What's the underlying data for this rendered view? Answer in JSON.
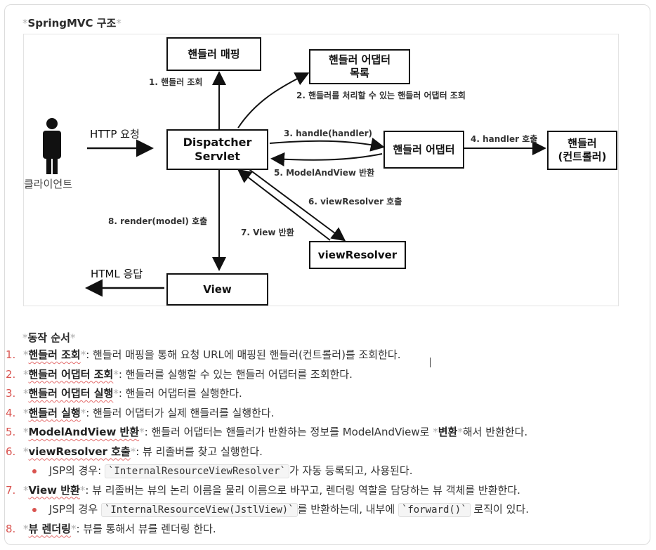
{
  "heading": {
    "prefix": "*",
    "text": "SpringMVC 구조",
    "suffix": "*"
  },
  "diagram": {
    "boxes": {
      "handler_mapping": "핸들러 매핑",
      "adapter_list_line1": "핸들러 어댑터",
      "adapter_list_line2": "목록",
      "dispatcher_line1": "Dispatcher",
      "dispatcher_line2": "Servlet",
      "adapter": "핸들러 어댑터",
      "handler_line1": "핸들러",
      "handler_line2": "(컨트롤러)",
      "view_resolver": "viewResolver",
      "view": "View"
    },
    "client_label": "클라이언트",
    "http_request": "HTTP 요청",
    "html_response": "HTML 응답",
    "edges": {
      "e1": "1. 핸들러 조회",
      "e2": "2. 핸들러를 처리할 수 있는 핸들러 어댑터 조회",
      "e3": "3. handle(handler)",
      "e4": "4. handler 호출",
      "e5": "5. ModelAndView 반환",
      "e6": "6. viewResolver 호출",
      "e7": "7. View 반환",
      "e8": "8. render(model) 호출"
    }
  },
  "section_title": {
    "prefix": "*",
    "text": "동작 순서",
    "suffix": "*"
  },
  "steps": [
    {
      "num": "1.",
      "title": "핸들러 조회",
      "desc": ": 핸들러 매핑을 통해 요청 URL에 매핑된 핸들러(컨트롤러)를 조회한다."
    },
    {
      "num": "2.",
      "title": "핸들러 어댑터 조회",
      "desc": ": 핸들러를 실행할 수 있는 핸들러 어댑터를 조회한다."
    },
    {
      "num": "3.",
      "title": "핸들러 어댑터 실행",
      "desc": ": 핸들러 어댑터를 실행한다."
    },
    {
      "num": "4.",
      "title": "핸들러 실행",
      "desc": ": 핸들러 어댑터가 실제 핸들러를 실행한다."
    },
    {
      "num": "5.",
      "title": "ModelAndView 반환",
      "desc_a": ": 핸들러 어댑터는 핸들러가 반환하는 정보를 ModelAndView로 ",
      "bold_mid": "변환",
      "desc_b": "해서 반환한다."
    },
    {
      "num": "6.",
      "title": "viewResolver 호출",
      "desc": ": 뷰 리졸버를 찾고 실행한다."
    },
    {
      "num": "7.",
      "title": "View 반환",
      "desc": ": 뷰 리졸버는 뷰의 논리 이름을 물리 이름으로 바꾸고, 렌더링 역할을 담당하는 뷰 객체를 반환한다."
    },
    {
      "num": "8.",
      "title": "뷰 렌더링",
      "desc": ": 뷰를 통해서 뷰를 렌더링 한다."
    }
  ],
  "sub6": {
    "pre": "JSP의 경우: ",
    "code": "`InternalResourceViewResolver`",
    "post": "가 자동 등록되고, 사용된다."
  },
  "sub7": {
    "pre": "JSP의 경우 ",
    "code1": "`InternalResourceView(JstlView)`",
    "mid": "를 반환하는데, 내부에 ",
    "code2": "`forward()`",
    "post": " 로직이 있다."
  },
  "colors": {
    "accent_red": "#d9534f",
    "border": "#111111"
  }
}
